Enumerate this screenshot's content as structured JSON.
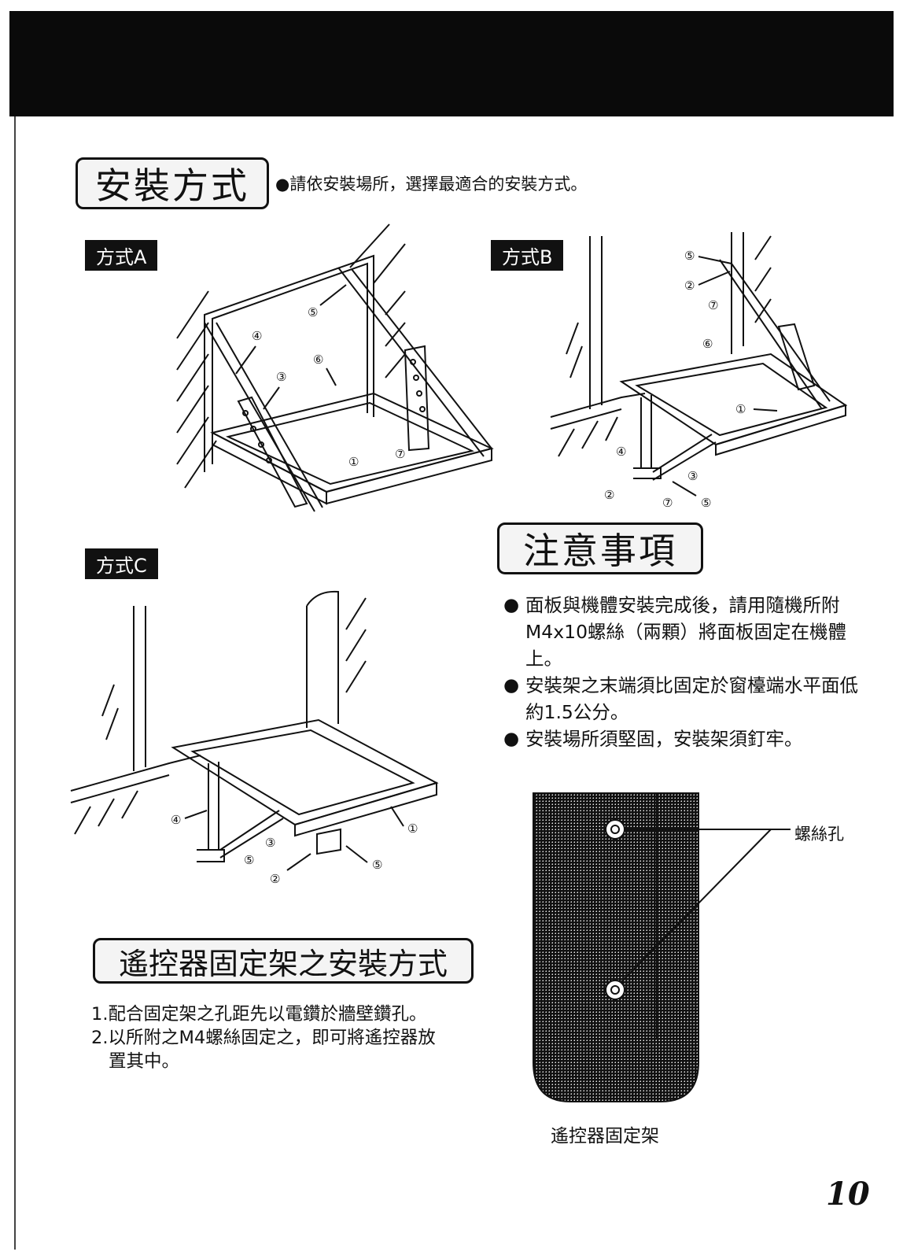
{
  "header": {
    "section_title": "安裝方式",
    "lead_text": "●請依安裝場所，選擇最適合的安裝方式。"
  },
  "methods": [
    {
      "label": "方式A",
      "callouts": [
        "①",
        "③",
        "④",
        "⑤",
        "⑥",
        "⑦"
      ]
    },
    {
      "label": "方式B",
      "callouts": [
        "①",
        "②",
        "③",
        "④",
        "⑤",
        "⑥",
        "⑦"
      ]
    },
    {
      "label": "方式C",
      "callouts": [
        "①",
        "②",
        "③",
        "④",
        "⑤"
      ]
    }
  ],
  "notes": {
    "title": "注意事項",
    "items": [
      "面板與機體安裝完成後，請用隨機所附M4x10螺絲（兩顆）將面板固定在機體上。",
      "安裝架之末端須比固定於窗檯端水平面低約1.5公分。",
      "安裝場所須堅固，安裝架須釘牢。"
    ]
  },
  "remote_holder": {
    "title": "遙控器固定架之安裝方式",
    "steps": [
      "1.配合固定架之孔距先以電鑽於牆壁鑽孔。",
      "2.以所附之M4螺絲固定之，即可將遙控器放置其中。"
    ],
    "screw_hole_label": "螺絲孔",
    "figure_caption": "遙控器固定架"
  },
  "page_number": "10",
  "colors": {
    "bar": "#0a0a0a",
    "ink": "#111111",
    "tag_bg": "#111111",
    "tag_text": "#ffffff"
  }
}
